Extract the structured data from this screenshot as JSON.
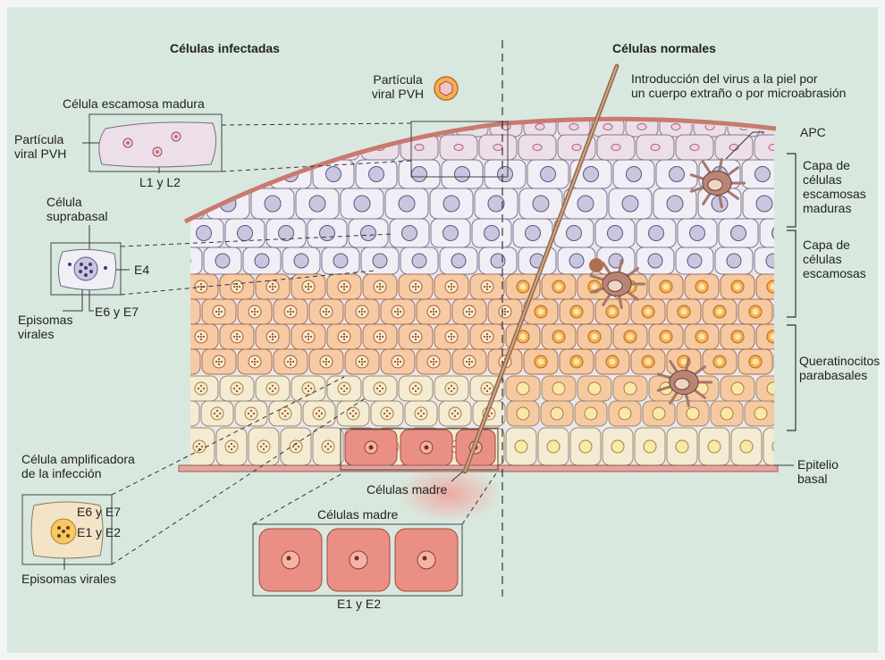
{
  "headings": {
    "infected": "Células infectadas",
    "normal": "Células normales"
  },
  "labels": {
    "particle_top_1": "Partícula",
    "particle_top_2": "viral PVH",
    "intro_1": "Introducción del virus a la piel por",
    "intro_2": "un cuerpo extraño o por microabrasión",
    "mature_cell": "Célula escamosa madura",
    "particle_left_1": "Partícula",
    "particle_left_2": "viral PVH",
    "l1l2": "L1 y L2",
    "suprabasal_1": "Célula",
    "suprabasal_2": "suprabasal",
    "e4": "E4",
    "e6e7_a": "E6 y E7",
    "episomes_a1": "Episomas",
    "episomes_a2": "virales",
    "apc": "APC",
    "layer_mature_1": "Capa de",
    "layer_mature_2": "células",
    "layer_mature_3": "escamosas",
    "layer_mature_4": "maduras",
    "layer_squamous_1": "Capa de",
    "layer_squamous_2": "células",
    "layer_squamous_3": "escamosas",
    "parabasal_1": "Queratinocitos",
    "parabasal_2": "parabasales",
    "basal_1": "Epitelio",
    "basal_2": "basal",
    "amplifying_1": "Célula amplificadora",
    "amplifying_2": "de la infección",
    "e6e7_b": "E6 y E7",
    "e1e2_a": "E1 y E2",
    "episomes_b": "Episomas virales",
    "stem_cells_a": "Células madre",
    "stem_cells_b": "Células madre",
    "e1e2_b": "E1 y E2"
  },
  "colors": {
    "background": "#d9e8df",
    "mature_cell": "#ecdfe9",
    "squamous_cell": "#f1eef5",
    "squamous_nucleus": "#c9c6e0",
    "parabasal_cell": "#f7caa6",
    "basal_cell": "#f3ebd2",
    "stem_cell": "#ea8f84",
    "membrane": "#c97a70",
    "apc": "#a5786a",
    "needle": "#9b6d4c"
  }
}
